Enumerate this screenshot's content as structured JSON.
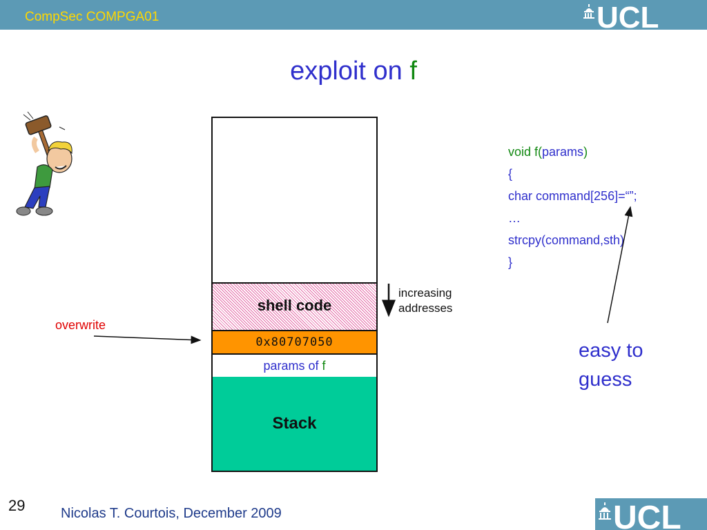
{
  "header": {
    "course": "CompSec COMPGA01",
    "logo_text": "UCL"
  },
  "title": {
    "text": "exploit on ",
    "highlight": "f"
  },
  "stack": {
    "shell_code": "shell code",
    "return_address": "0x80707050",
    "params_label": "params of ",
    "params_highlight": "f",
    "stack_label": "Stack"
  },
  "direction_label": {
    "line1": "increasing",
    "line2": "addresses"
  },
  "overwrite_label": "overwrite",
  "code": {
    "line1_pre": "void f(",
    "line1_mid": "params",
    "line1_post": ")",
    "line2": "{",
    "line3": "char command[256]=“”;",
    "line4": "…",
    "line5": "strcpy(command,sth)",
    "line6": "}"
  },
  "callout": {
    "line1": "easy to",
    "line2": "guess"
  },
  "footer": {
    "page_number": "29",
    "author": "Nicolas T. Courtois, December 2009"
  },
  "colors": {
    "header_bar": "#5c9ab5",
    "course_text": "#ffd800",
    "title_blue": "#2f2fcc",
    "accent_green": "#118811",
    "return_orange": "#ff9400",
    "stack_green": "#00cc99",
    "shell_hatch": "#e46ba7",
    "overwrite_red": "#e00000"
  }
}
